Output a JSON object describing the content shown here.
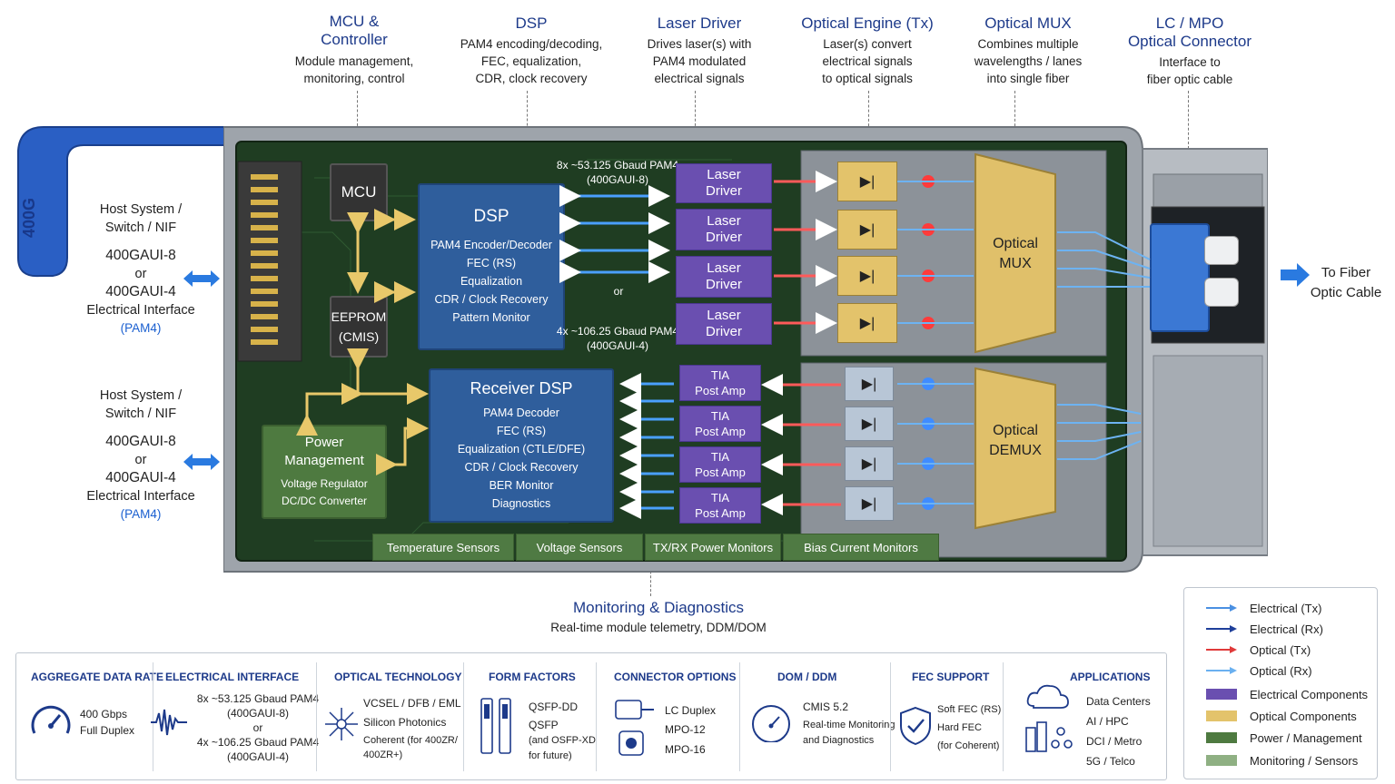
{
  "callouts": {
    "mcu": {
      "title": "MCU &\nController",
      "desc": "Module management,\nmonitoring, control"
    },
    "dsp": {
      "title": "DSP",
      "desc": "PAM4 encoding/decoding,\nFEC, equalization,\nCDR, clock recovery"
    },
    "laser": {
      "title": "Laser Driver",
      "desc": "Drives laser(s) with\nPAM4 modulated\nelectrical signals"
    },
    "engine": {
      "title": "Optical Engine (Tx)",
      "desc": "Laser(s) convert\nelectrical signals\nto optical signals"
    },
    "mux": {
      "title": "Optical MUX",
      "desc": "Combines multiple\nwavelengths / lanes\ninto single fiber"
    },
    "conn": {
      "title": "LC / MPO\nOptical Connector",
      "desc": "Interface to\nfiber optic cable"
    },
    "mon": {
      "title": "Monitoring & Diagnostics",
      "desc": "Real-time module telemetry, DDM/DOM"
    }
  },
  "left": {
    "top": {
      "host": "Host System /\nSwitch / NIF",
      "a": "400GAUI-8",
      "or": "or",
      "b": "400GAUI-4",
      "iface": "Electrical Interface",
      "pam": "(PAM4)"
    },
    "bottom": {
      "host": "Host System /\nSwitch / NIF",
      "a": "400GAUI-8",
      "or": "or",
      "b": "400GAUI-4",
      "iface": "Electrical Interface",
      "pam": "(PAM4)"
    }
  },
  "handle_label": "400G",
  "module": {
    "mcu": "MCU",
    "eeprom": "EEPROM\n(CMIS)",
    "power": {
      "title": "Power\nManagement",
      "sub1": "Voltage Regulator",
      "sub2": "DC/DC Converter"
    },
    "dsp": {
      "title": "DSP",
      "lines": [
        "PAM4 Encoder/Decoder",
        "FEC (RS)",
        "Equalization",
        "CDR / Clock Recovery",
        "Pattern Monitor"
      ]
    },
    "rxdsp": {
      "title": "Receiver DSP",
      "lines": [
        "PAM4 Decoder",
        "FEC (RS)",
        "Equalization (CTLE/DFE)",
        "CDR / Clock Recovery",
        "BER Monitor",
        "Diagnostics"
      ]
    },
    "lane_top": "8x ~53.125 Gbaud PAM4\n(400GAUI-8)",
    "lane_or": "or",
    "lane_bot": "4x ~106.25 Gbaud PAM4\n(400GAUI-4)",
    "laser_driver": "Laser\nDriver",
    "tia": "TIA\nPost Amp",
    "mux": "Optical\nMUX",
    "demux": "Optical\nDEMUX",
    "sensors": [
      "Temperature Sensors",
      "Voltage Sensors",
      "TX/RX Power Monitors",
      "Bias Current Monitors"
    ]
  },
  "to_fiber": "To Fiber\nOptic Cable",
  "legend": [
    {
      "label": "Electrical (Tx)",
      "kind": "arrow",
      "color": "#4a90e2"
    },
    {
      "label": "Electrical (Rx)",
      "kind": "arrow",
      "color": "#1f3f9a"
    },
    {
      "label": "Optical (Tx)",
      "kind": "arrow",
      "color": "#e03a3a"
    },
    {
      "label": "Optical (Rx)",
      "kind": "arrow",
      "color": "#6ab0f0"
    },
    {
      "label": "Electrical Components",
      "kind": "swatch",
      "color": "#6a4fb0"
    },
    {
      "label": "Optical Components",
      "kind": "swatch",
      "color": "#e3c36b"
    },
    {
      "label": "Power / Management",
      "kind": "swatch",
      "color": "#4e7a40"
    },
    {
      "label": "Monitoring / Sensors",
      "kind": "swatch",
      "color": "#8fb083"
    }
  ],
  "bottom": {
    "rate": {
      "head": "AGGREGATE DATA RATE",
      "l1": "400 Gbps",
      "l2": "Full Duplex"
    },
    "elec": {
      "head": "ELECTRICAL INTERFACE",
      "lines": [
        "8x ~53.125 Gbaud PAM4",
        "(400GAUI-8)",
        "or",
        "4x ~106.25 Gbaud PAM4",
        "(400GAUI-4)"
      ]
    },
    "optic": {
      "head": "OPTICAL TECHNOLOGY",
      "l1": "VCSEL / DFB / EML",
      "l2": "Silicon Photonics",
      "l3": "Coherent (for 400ZR/",
      "l4": "400ZR+)"
    },
    "form": {
      "head": "FORM FACTORS",
      "l1": "QSFP-DD",
      "l2": "QSFP",
      "l3": "(and OSFP-XD",
      "l4": "for future)"
    },
    "conn": {
      "head": "CONNECTOR OPTIONS",
      "l1": "LC Duplex",
      "l2": "MPO-12",
      "l3": "MPO-16"
    },
    "dom": {
      "head": "DOM / DDM",
      "l1": "CMIS 5.2",
      "l2": "Real-time Monitoring",
      "l3": "and Diagnostics"
    },
    "fec": {
      "head": "FEC SUPPORT",
      "l1": "Soft FEC (RS)",
      "l2": "Hard FEC",
      "l3": "(for Coherent)"
    },
    "apps": {
      "head": "APPLICATIONS",
      "lines": [
        "Data Centers",
        "AI / HPC",
        "DCI / Metro",
        "5G / Telco"
      ]
    }
  }
}
